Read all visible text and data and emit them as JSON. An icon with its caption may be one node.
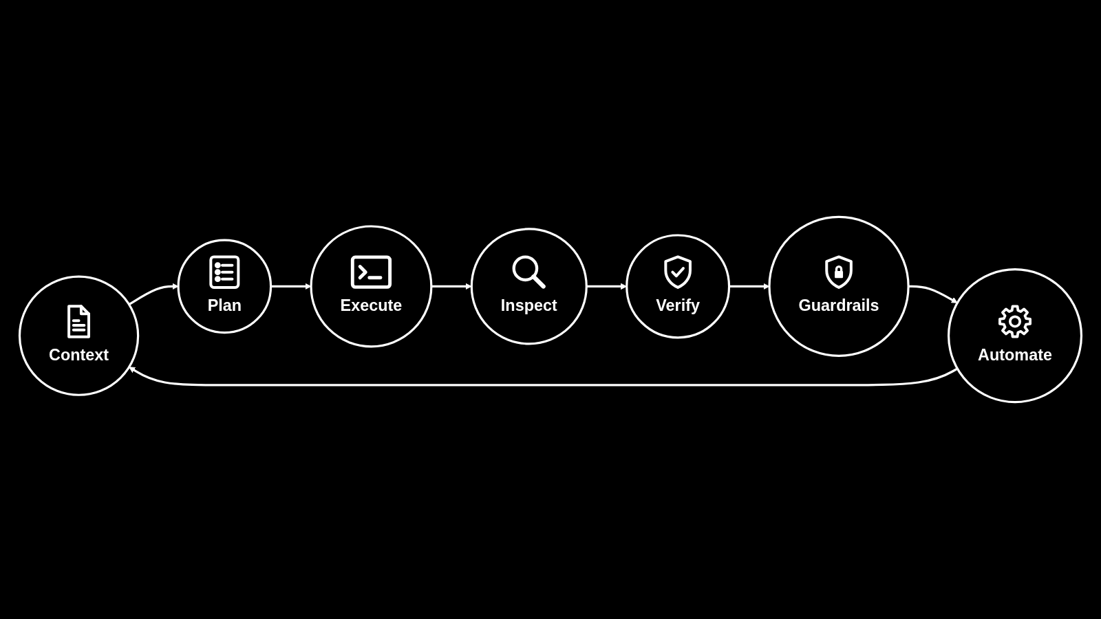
{
  "diagram": {
    "nodes": [
      {
        "text": [
          "Context"
        ]
      },
      {
        "text": [
          "Plan"
        ]
      },
      {
        "text": [
          "Execute"
        ]
      },
      {
        "text": [
          "Inspect"
        ]
      },
      {
        "text": [
          "Verify"
        ]
      },
      {
        "text": [
          "Guardrails"
        ]
      },
      {
        "text": [
          "Automate"
        ]
      }
    ],
    "edges": [
      {
        "from": 0,
        "to": 1,
        "arrow": "to"
      },
      {
        "from": 1,
        "to": 2,
        "arrow": "to"
      },
      {
        "from": 2,
        "to": 3,
        "arrow": "to"
      },
      {
        "from": 3,
        "to": 4,
        "arrow": "to"
      },
      {
        "from": 4,
        "to": 5,
        "arrow": "to"
      },
      {
        "from": 5,
        "to": 6,
        "arrow": "to"
      },
      {
        "from": 6,
        "to": 0,
        "arrow": "to"
      }
    ]
  }
}
